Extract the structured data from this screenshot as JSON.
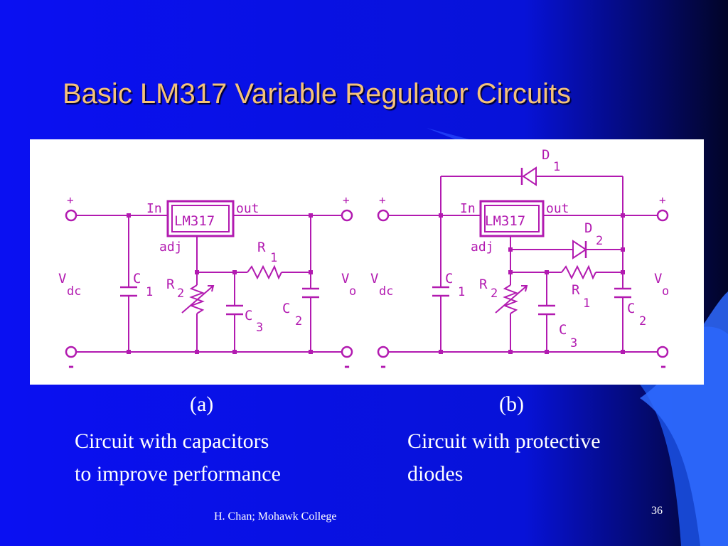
{
  "slide": {
    "title": "Basic LM317 Variable Regulator Circuits",
    "footer": "H. Chan;  Mohawk College",
    "page_number": "36",
    "colors": {
      "background": "#0a13ee",
      "title": "#f4c27a",
      "wire": "#b21ab0",
      "text": "#ffffff"
    }
  },
  "diagram": {
    "circuit_a": {
      "regulator": "LM317",
      "pin_in": "In",
      "pin_out": "out",
      "pin_adj": "adj",
      "plus": "+",
      "minus": "-",
      "input_voltage": "V",
      "input_voltage_sub": "dc",
      "output_voltage": "V",
      "output_voltage_sub": "o",
      "r1": "R",
      "r1_sub": "1",
      "r2": "R",
      "r2_sub": "2",
      "c1": "C",
      "c1_sub": "1",
      "c2": "C",
      "c2_sub": "2",
      "c3": "C",
      "c3_sub": "3"
    },
    "circuit_b": {
      "regulator": "LM317",
      "pin_in": "In",
      "pin_out": "out",
      "pin_adj": "adj",
      "plus": "+",
      "minus": "-",
      "input_voltage": "V",
      "input_voltage_sub": "dc",
      "output_voltage": "V",
      "output_voltage_sub": "o",
      "d1": "D",
      "d1_sub": "1",
      "d2": "D",
      "d2_sub": "2",
      "r1": "R",
      "r1_sub": "1",
      "r2": "R",
      "r2_sub": "2",
      "c1": "C",
      "c1_sub": "1",
      "c2": "C",
      "c2_sub": "2",
      "c3": "C",
      "c3_sub": "3"
    }
  },
  "captions": {
    "a_label": "(a)",
    "b_label": "(b)",
    "a_line1": "Circuit with capacitors",
    "a_line2": "to improve performance",
    "b_line1": "Circuit with protective",
    "b_line2": "diodes"
  }
}
